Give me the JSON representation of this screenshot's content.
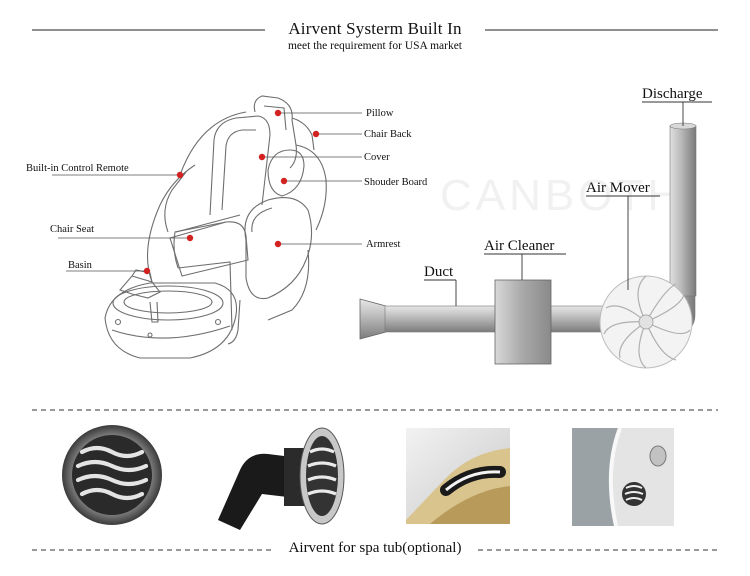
{
  "header": {
    "title": "Airvent Systerm Built In",
    "subtitle": "meet the requirement for USA market"
  },
  "chair_labels": {
    "pillow": "Pillow",
    "chair_back": "Chair Back",
    "cover": "Cover",
    "shoulder_board": "Shouder Board",
    "armrest": "Armrest",
    "control_remote": "Built-in Control Remote",
    "chair_seat": "Chair Seat",
    "basin": "Basin"
  },
  "airflow_labels": {
    "duct": "Duct",
    "air_cleaner": "Air Cleaner",
    "air_mover": "Air Mover",
    "discharge": "Discharge"
  },
  "watermark": "CANBOTH",
  "footer": {
    "title": "Airvent for spa tub(optional)"
  },
  "colors": {
    "marker": "#d32222",
    "pipe": "#9a9a9a",
    "rule": "#222222"
  }
}
